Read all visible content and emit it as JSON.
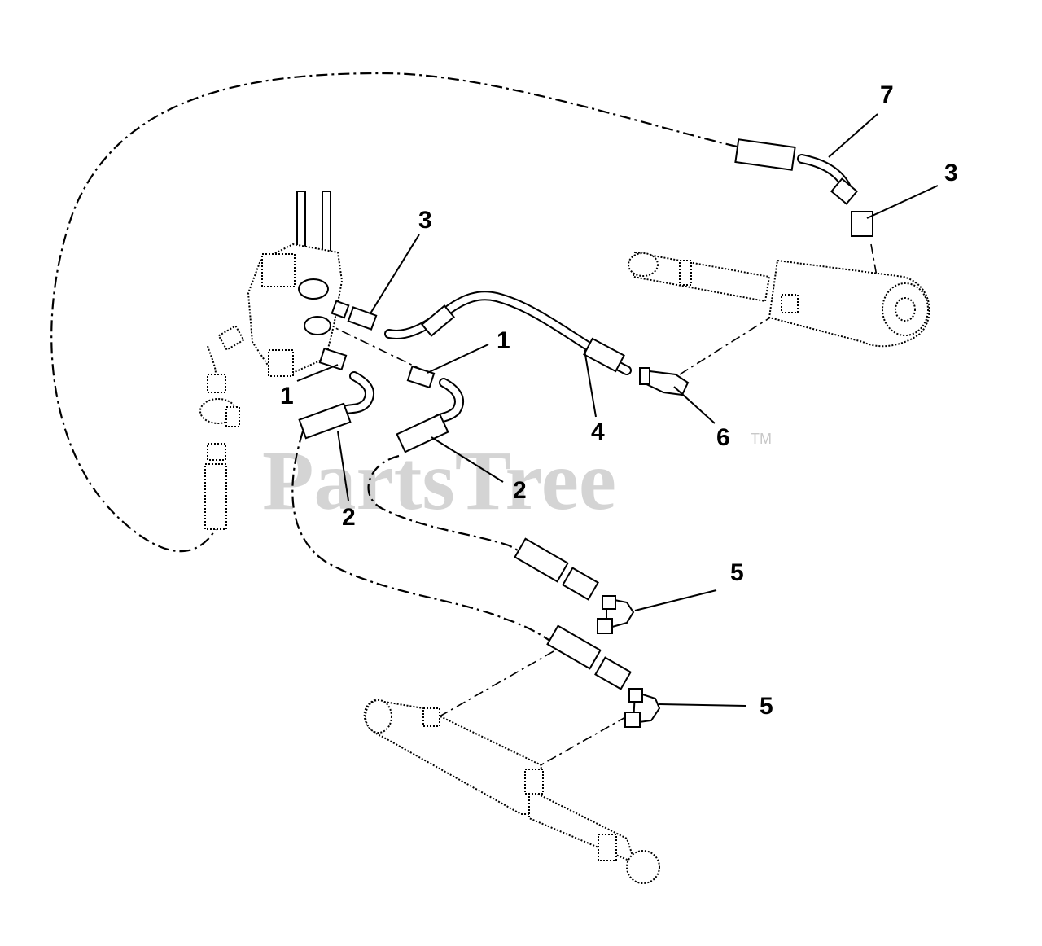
{
  "watermark": {
    "text": "PartsTree",
    "trademark": "TM",
    "color": "#d4d4d4"
  },
  "callouts": [
    {
      "id": "c7",
      "number": "7"
    },
    {
      "id": "c3a",
      "number": "3"
    },
    {
      "id": "c3b",
      "number": "3"
    },
    {
      "id": "c1a",
      "number": "1"
    },
    {
      "id": "c1b",
      "number": "1"
    },
    {
      "id": "c4",
      "number": "4"
    },
    {
      "id": "c6",
      "number": "6"
    },
    {
      "id": "c2a",
      "number": "2"
    },
    {
      "id": "c2b",
      "number": "2"
    },
    {
      "id": "c5a",
      "number": "5"
    },
    {
      "id": "c5b",
      "number": "5"
    }
  ]
}
